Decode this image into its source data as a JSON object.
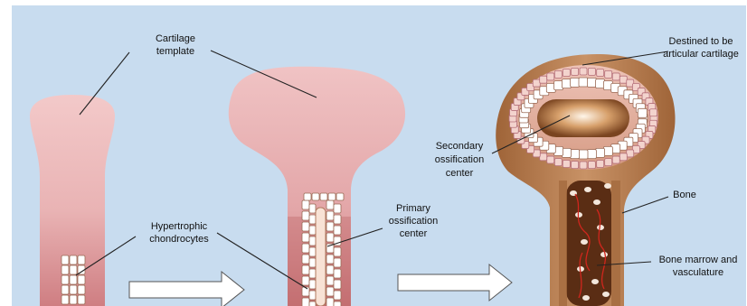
{
  "labels": {
    "cartilage_template": [
      "Cartilage",
      "template"
    ],
    "hypertrophic_chondrocytes": [
      "Hypertrophic",
      "chondrocytes"
    ],
    "primary_ossification_center": [
      "Primary",
      "ossification",
      "center"
    ],
    "destined_articular": [
      "Destined to be",
      "articular cartilage"
    ],
    "secondary_ossification_center": [
      "Secondary",
      "ossification",
      "center"
    ],
    "bone": [
      "Bone"
    ],
    "bone_marrow": [
      "Bone marrow and",
      "vasculature"
    ]
  },
  "colors": {
    "background": "#c8dcef",
    "cartilage": "#ecb7b7",
    "cartilage_dark": "#c46f72",
    "bone": "#c08657",
    "marrow": "#5a2d14",
    "cell_fill": "#ffffff",
    "cell_border": "#9b6b56",
    "leader_line": "#222222"
  }
}
